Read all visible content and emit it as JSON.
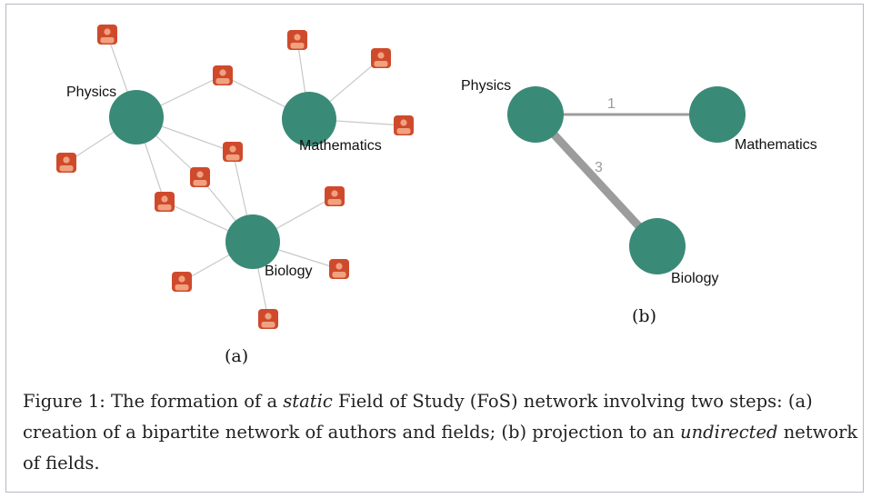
{
  "panel_a": {
    "fields": [
      "Physics",
      "Mathematics",
      "Biology"
    ],
    "label": "(a)"
  },
  "panel_b": {
    "fields": [
      "Physics",
      "Mathematics",
      "Biology"
    ],
    "edges": [
      {
        "source": "Physics",
        "target": "Mathematics",
        "weight": "1"
      },
      {
        "source": "Physics",
        "target": "Biology",
        "weight": "3"
      }
    ],
    "label": "(b)"
  },
  "caption": {
    "prefix": "Figure 1: The formation of a ",
    "italic1": "static",
    "mid1": " Field of Study (FoS) network involving two steps: (a) creation of a bipartite network of authors and fields; (b) projection to an ",
    "italic2": "undirected",
    "suffix": " network of fields."
  },
  "colors": {
    "field_node": "#3a8a78",
    "author_node": "#cf4a2c",
    "author_figure": "#f0a27f",
    "edge_a": "#c8c8c8",
    "edge_b": "#9c9c9c"
  },
  "icons": {
    "author": "person-icon"
  }
}
